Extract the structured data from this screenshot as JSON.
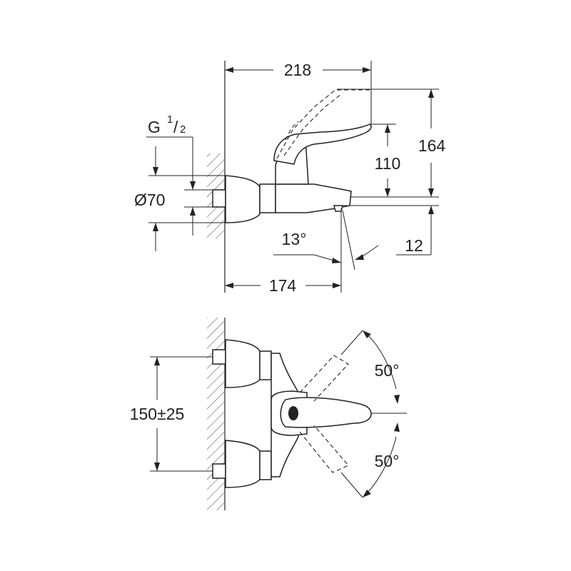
{
  "side_view": {
    "thread_label": {
      "main": "G",
      "num": "1",
      "den": "2"
    },
    "width_overall": "218",
    "height_overall": "164",
    "height_lever": "110",
    "diameter": "Ø70",
    "projection": "174",
    "angle_spout": "13°",
    "spout_drop": "12"
  },
  "top_view": {
    "centers": "150±25",
    "swing_up": "50°",
    "swing_down": "50°"
  },
  "colors": {
    "line": "#222222",
    "background": "#ffffff"
  }
}
